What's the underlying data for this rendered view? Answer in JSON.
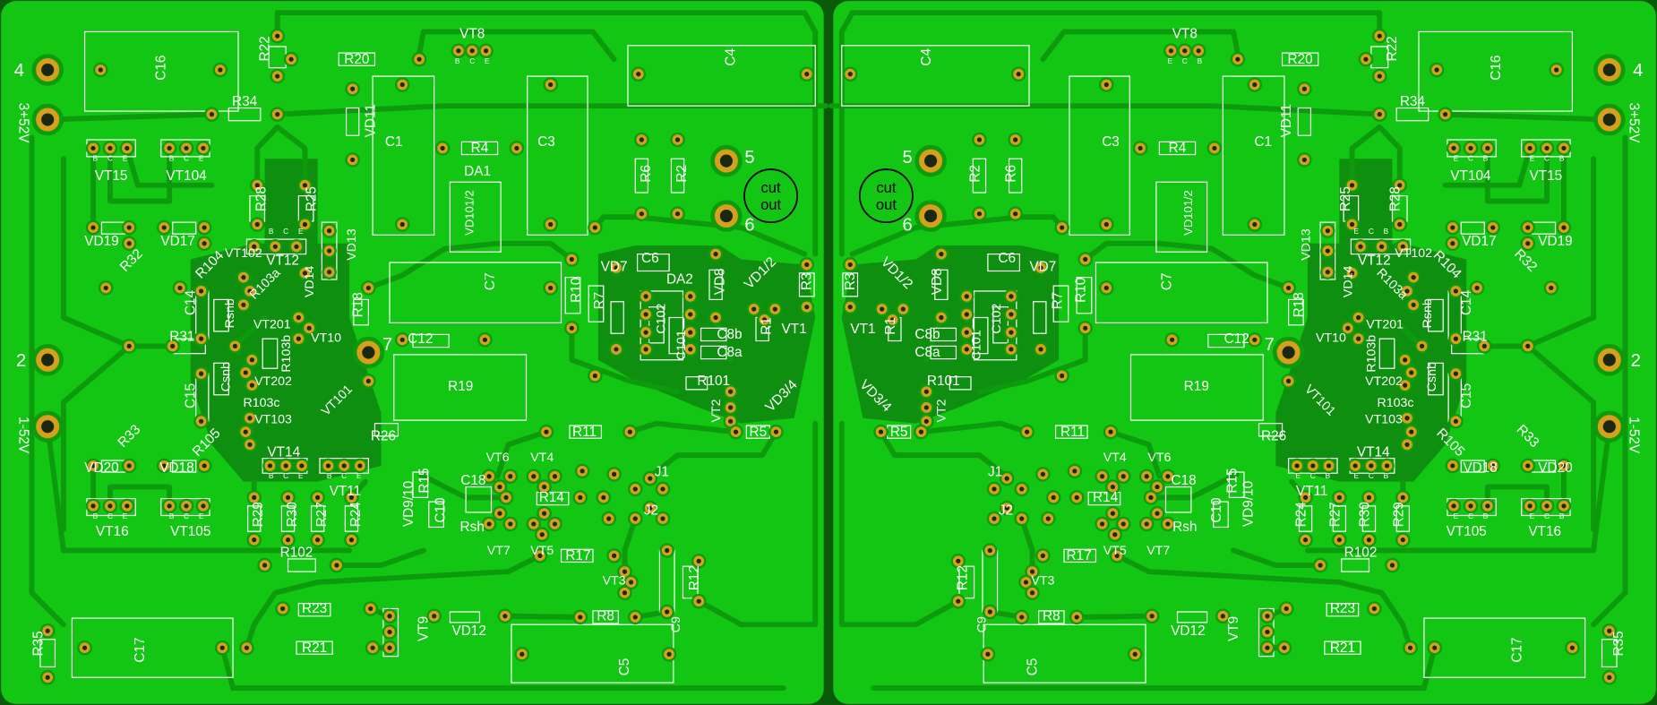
{
  "colors": {
    "board": "#13c613",
    "trace": "#0d9a0d",
    "pour": "#0f8f0f",
    "pad": "#d6a01c",
    "hole": "#1b2810",
    "silk": "#ffffff",
    "edge": "#0a5a0a"
  },
  "pin_letters": {
    "b": "B",
    "c": "C",
    "e": "E"
  },
  "cutout": {
    "line1": "cut",
    "line2": "out"
  },
  "left_board": {
    "labels": {
      "T4": "4",
      "T3": "3+52V",
      "T2": "2",
      "T1": "1-52V",
      "T5": "5",
      "T6": "6",
      "T7": "7",
      "C16": "C16",
      "R22": "R22",
      "R20": "R20",
      "VT8": "VT8",
      "C4": "C4",
      "R34": "R34",
      "VD11": "VD11",
      "C1": "C1",
      "R4": "R4",
      "C3": "C3",
      "DA1": "DA1",
      "VD101": "VD101/2",
      "R6": "R6",
      "R2": "R2",
      "VT15": "VT15",
      "VT104": "VT104",
      "VD19": "VD19",
      "VD17": "VD17",
      "R32": "R32",
      "R104": "R104",
      "R28": "R28",
      "R25": "R25",
      "VT12": "VT12",
      "VD13": "VD13",
      "VT102": "VT102",
      "VD14": "VD14",
      "R103a": "R103a",
      "VT201": "VT201",
      "VT10": "VT10",
      "C14": "C14",
      "Rsnb": "Rsnb",
      "R31": "R31",
      "R103b": "R103b",
      "VT202": "VT202",
      "Csnb": "Csnb",
      "C15": "C15",
      "R103c": "R103c",
      "VT101": "VT101",
      "VT103": "VT103",
      "R26": "R26",
      "R105": "R105",
      "R33": "R33",
      "VD20": "VD20",
      "VD18": "VD18",
      "VT14": "VT14",
      "VT11": "VT11",
      "VT16": "VT16",
      "VT105": "VT105",
      "R29": "R29",
      "R30": "R30",
      "R27": "R27",
      "R24": "R24",
      "R102": "R102",
      "R23": "R23",
      "R21": "R21",
      "VD12": "VD12",
      "VT9": "VT9",
      "R35": "R35",
      "C17": "C17",
      "C7": "C7",
      "R18": "R18",
      "C12": "C12",
      "R19": "R19",
      "R10": "R10",
      "R7": "R7",
      "VD7": "VD7",
      "C6": "C6",
      "DA2": "DA2",
      "VD8": "VD8",
      "VD12b": "VD1/2",
      "R3": "R3",
      "C102": "C102",
      "C101": "C101",
      "C8b": "C8b",
      "C8a": "C8a",
      "VT1": "VT1",
      "R1": "R1",
      "R101": "R101",
      "VT2": "VT2",
      "VD34": "VD3/4",
      "R5": "R5",
      "R11": "R11",
      "VT6": "VT6",
      "VT4": "VT4",
      "R15": "R15",
      "C18": "C18",
      "VD910": "VD9/10",
      "C10": "C10",
      "R14": "R14",
      "Rsh": "Rsh",
      "VT7": "VT7",
      "VT5": "VT5",
      "J1": "J1",
      "J2": "J2",
      "R17": "R17",
      "VT3": "VT3",
      "R12": "R12",
      "C9": "C9",
      "R8": "R8",
      "C5": "C5"
    }
  },
  "right_board": {
    "labels": {
      "T4": "4",
      "T3": "3+52V",
      "T2": "2",
      "T1": "1-52V",
      "T5": "5",
      "T6": "6",
      "T7": "7",
      "C16": "C16",
      "R22": "R22",
      "R20": "R20",
      "VT8": "VT8",
      "C4": "C4",
      "R34": "R34",
      "VD11": "VD11",
      "C1": "C1",
      "R4": "R4",
      "C3": "C3",
      "VD101": "VD101/2",
      "R6": "R6",
      "R2": "R2",
      "VT15": "VT15",
      "VT104": "VT104",
      "VD19": "VD19",
      "VD17": "VD17",
      "R32": "R32",
      "R104": "R104",
      "R28": "R28",
      "R25": "R25",
      "VT12": "VT12",
      "VD13": "VD13",
      "VT102": "VT102",
      "VD14": "VD14",
      "R103a": "R103a",
      "VT201": "VT201",
      "VT10": "VT10",
      "C14": "C14",
      "Rsnb": "Rsnb",
      "R31": "R31",
      "R103b": "R103b",
      "VT202": "VT202",
      "Csnb": "Csnb",
      "C15": "C15",
      "R103c": "R103c",
      "VT101": "VT101",
      "VT103": "VT103",
      "R26": "R26",
      "R105": "R105",
      "R33": "R33",
      "VD20": "VD20",
      "VD18": "VD18",
      "VT14": "VT14",
      "VT11": "VT11",
      "VT16": "VT16",
      "VT105": "VT105",
      "R29": "R29",
      "R30": "R30",
      "R27": "R27",
      "R24": "R24",
      "R102": "R102",
      "R23": "R23",
      "R21": "R21",
      "VD12": "VD12",
      "VT9": "VT9",
      "R35": "R35",
      "C17": "C17",
      "C7": "C7",
      "R18": "R18",
      "C12": "C12",
      "R19": "R19",
      "R10": "R10",
      "R7": "R7",
      "VD7": "VD7",
      "C6": "C6",
      "VD8": "VD8",
      "VD12b": "VD1/2",
      "R3": "R3",
      "C102": "C102",
      "C101": "C101",
      "C8b": "C8b",
      "C8a": "C8a",
      "VT1": "VT1",
      "R1": "R1",
      "R101": "R101",
      "VT2": "VT2",
      "VD34": "VD3/4",
      "R5": "R5",
      "R11": "R11",
      "VT6": "VT6",
      "VT4": "VT4",
      "R15": "R15",
      "C18": "C18",
      "VD910": "VD9/10",
      "C10": "C10",
      "R14": "R14",
      "Rsh": "Rsh",
      "VT7": "VT7",
      "VT5": "VT5",
      "J1": "J1",
      "J2": "J2",
      "R17": "R17",
      "VT3": "VT3",
      "R12": "R12",
      "C9": "C9",
      "R8": "R8",
      "C5": "C5"
    }
  }
}
